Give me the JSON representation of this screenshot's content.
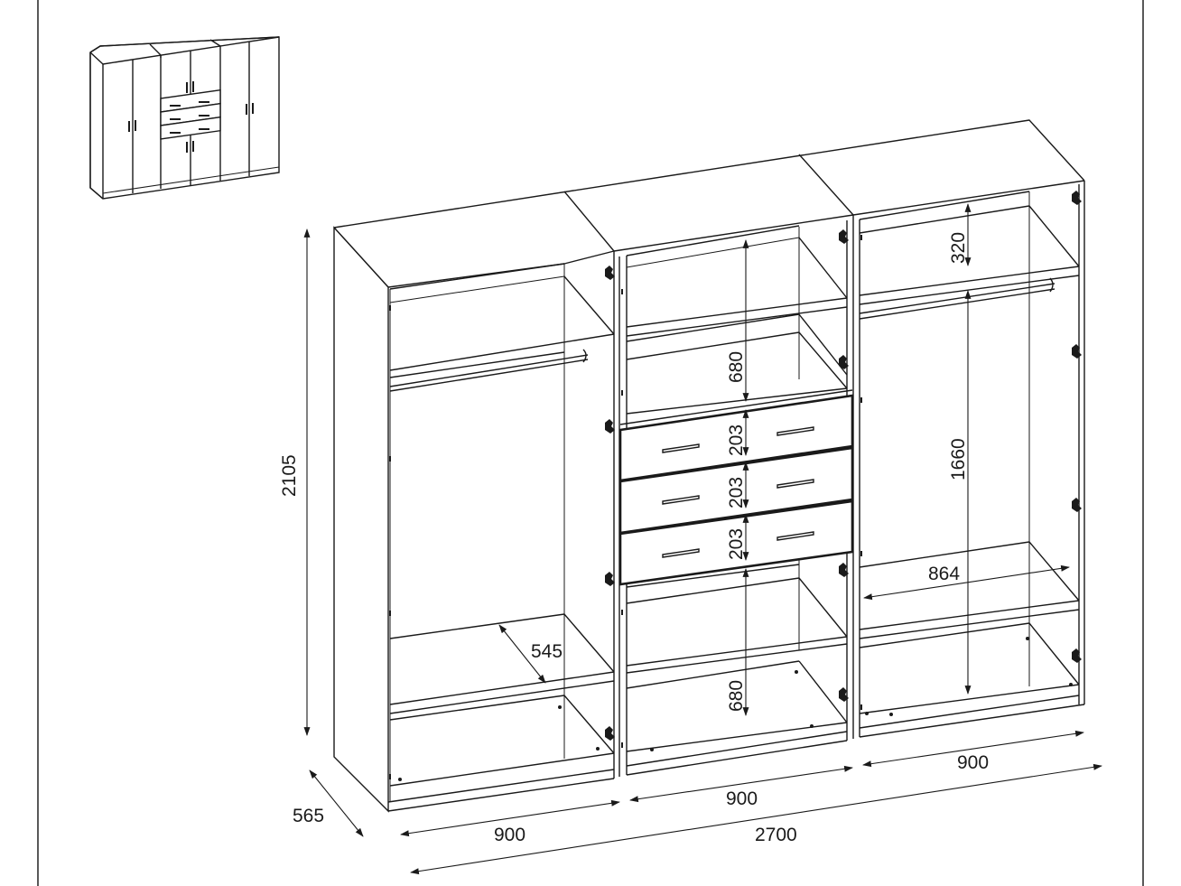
{
  "dimensions": {
    "height_total": "2105",
    "depth": "565",
    "width_left": "900",
    "width_middle": "900",
    "width_right": "900",
    "width_total": "2700",
    "top_shelf_right": "320",
    "hanging_right": "1660",
    "shelf_depth_right": "864",
    "inner_depth_left": "545",
    "middle_upper": "680",
    "drawer_1": "203",
    "drawer_2": "203",
    "drawer_3": "203",
    "middle_lower": "680"
  },
  "colors": {
    "line": "#1a1a1a",
    "background": "#ffffff"
  },
  "icons": [
    "wardrobe-thumbnail-icon",
    "hinge-icon",
    "handle-icon",
    "dimension-arrow-icon"
  ]
}
